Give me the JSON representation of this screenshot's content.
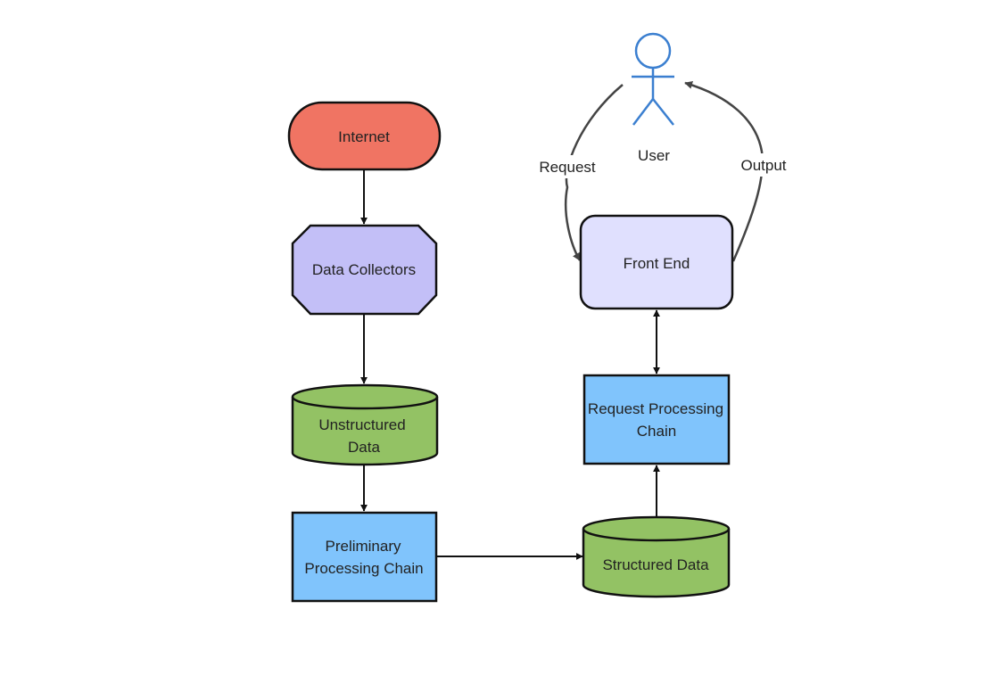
{
  "nodes": {
    "internet": {
      "label": "Internet",
      "fill": "#f07463"
    },
    "data_collectors": {
      "label": "Data Collectors",
      "fill": "#c3bff7"
    },
    "unstructured_data": {
      "line1": "Unstructured",
      "line2": "Data",
      "fill": "#93c264"
    },
    "preliminary": {
      "line1": "Preliminary",
      "line2": "Processing Chain",
      "fill": "#80c4fc"
    },
    "structured_data": {
      "label": "Structured Data",
      "fill": "#93c264"
    },
    "request_processing": {
      "line1": "Request Processing",
      "line2": "Chain",
      "fill": "#80c4fc"
    },
    "front_end": {
      "label": "Front End",
      "fill": "#e0e0fe"
    },
    "user": {
      "label": "User",
      "color": "#3b7fd0"
    }
  },
  "edges": {
    "request": "Request",
    "output": "Output"
  },
  "colors": {
    "stroke": "#111111",
    "curve": "#444444"
  }
}
